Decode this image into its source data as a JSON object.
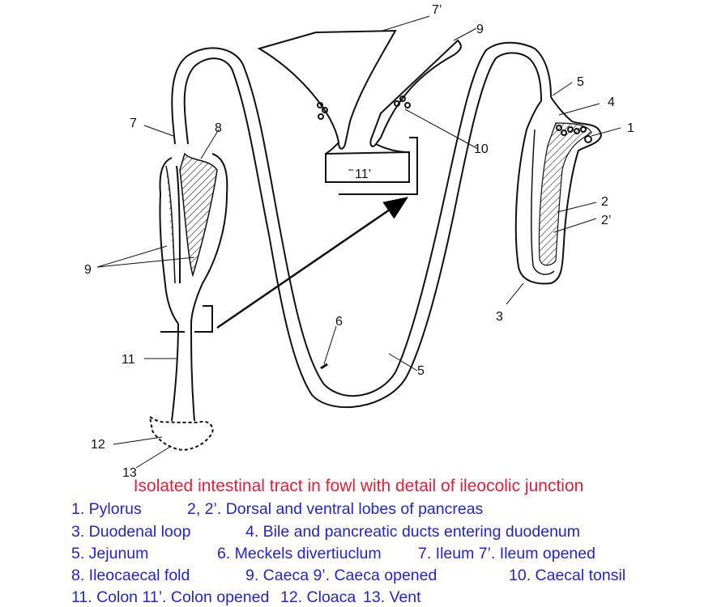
{
  "caption": "Isolated intestinal tract in fowl with detail of ileocolic junction",
  "labels": {
    "l1": "1",
    "l2": "2",
    "l2p": "2’",
    "l3": "3",
    "l4": "4",
    "l5a": "5",
    "l5b": "5",
    "l6": "6",
    "l7": "7",
    "l7p": "7’",
    "l8": "8",
    "l9a": "9",
    "l9b": "9",
    "l10": "10",
    "l11": "11",
    "l11p": "11’",
    "l12": "12",
    "l13": "13"
  },
  "legend": {
    "r1": [
      "1.  Pylorus",
      "2, 2’. Dorsal and ventral lobes of pancreas"
    ],
    "r2": [
      "3.  Duodenal loop",
      "4.  Bile and pancreatic ducts entering duodenum"
    ],
    "r3": [
      "5.  Jejunum",
      "6.  Meckels divertiuclum",
      "7.  Ileum 7’. Ileum opened"
    ],
    "r4": [
      "8.  Ileocaecal fold",
      "9.  Caeca 9’. Caeca opened",
      "10. Caecal tonsil"
    ],
    "r5": [
      "11. Colon 11’. Colon opened",
      "12. Cloaca",
      "13. Vent"
    ]
  }
}
